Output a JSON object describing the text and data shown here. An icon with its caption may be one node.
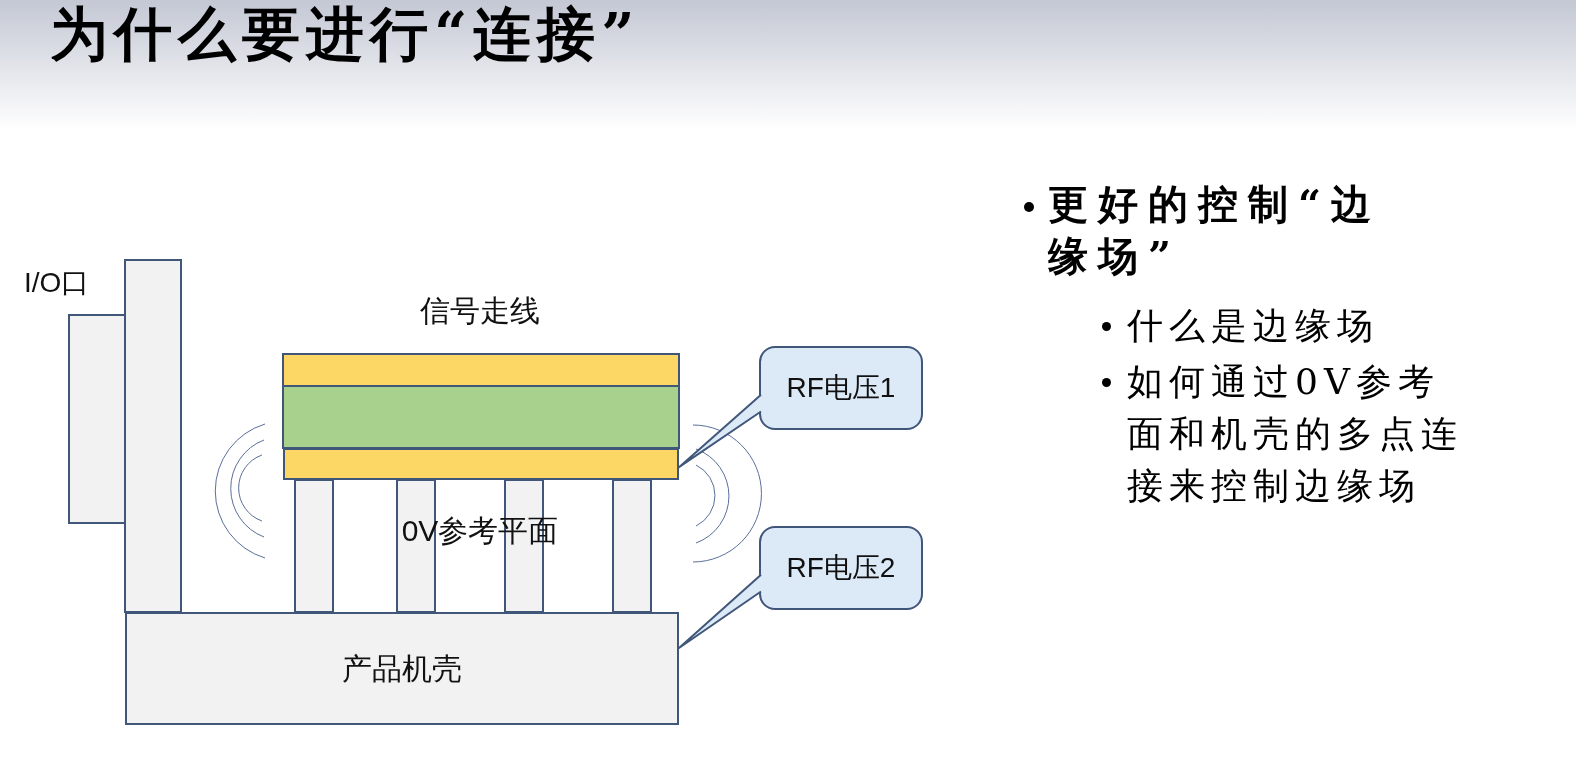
{
  "diagram": {
    "title": "为什么要进行“连接”",
    "nodes": [
      {
        "text": [
          "产品机壳"
        ]
      },
      {
        "text": [],
        "shape": "bar"
      },
      {
        "text": [
          "RF电压1"
        ]
      },
      {
        "text": [
          "RF电压2"
        ]
      }
    ],
    "edges": [
      {
        "from": 2,
        "to": 1,
        "arrow": "none"
      },
      {
        "from": 3,
        "to": 0,
        "arrow": "none"
      }
    ],
    "labels": [
      "I/O口",
      "信号走线",
      "0V参考平面",
      "更好的控制“边缘场”",
      "什么是边缘场",
      "如何通过0V参考面和机壳的多点连接来控制边缘场"
    ]
  }
}
